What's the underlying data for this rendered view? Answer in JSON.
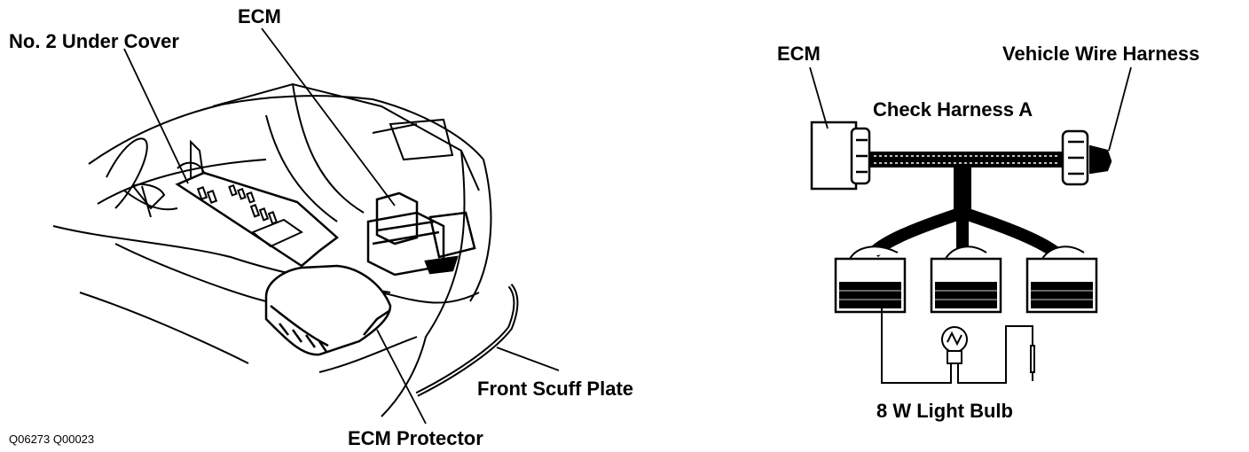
{
  "left_figure": {
    "labels": {
      "under_cover": "No. 2 Under Cover",
      "ecm": "ECM",
      "scuff_plate": "Front Scuff Plate",
      "ecm_protector": "ECM Protector"
    },
    "figure_codes": "Q06273  Q00023"
  },
  "right_figure": {
    "labels": {
      "ecm": "ECM",
      "vehicle_harness": "Vehicle Wire Harness",
      "check_harness": "Check Harness A",
      "light_bulb": "8 W Light Bulb"
    }
  }
}
